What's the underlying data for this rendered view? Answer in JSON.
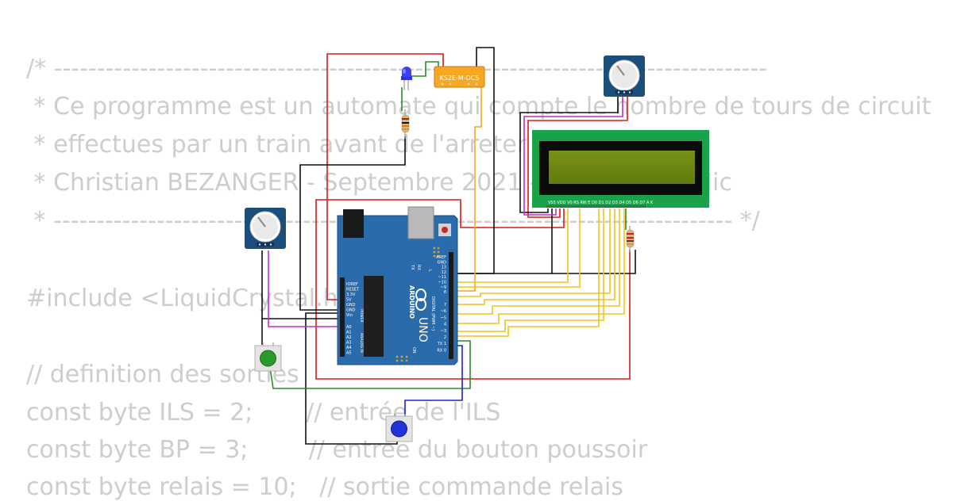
{
  "code_lines": [
    {
      "id": "line-comment-open",
      "text": "/* -----------------------------------------------------------------------------------"
    },
    {
      "id": "line-desc-1",
      "text": " * Ce programme est un automate qui compte le nombre de tours de circuit"
    },
    {
      "id": "line-desc-2",
      "text": " * effectues par un train avant de l'arreter"
    },
    {
      "id": "line-author",
      "text": " * Christian BEZANGER - Septembre 2021 - Domaine public"
    },
    {
      "id": "line-comment-close",
      "text": " * ------------------------------------------------------------------------------- */"
    },
    {
      "id": "line-include",
      "text": "#include <LiquidCrystal.h>"
    },
    {
      "id": "line-def-comment",
      "text": "// definition des sorties"
    },
    {
      "id": "line-ils",
      "text": "const byte ILS = 2;       // entrée de l'ILS"
    },
    {
      "id": "line-bp",
      "text": "const byte BP = 3;        // entrée du bouton poussoir"
    },
    {
      "id": "line-relais",
      "text": "const byte relais = 10;   // sortie commande relais"
    }
  ],
  "relay": {
    "label": "KS2E-M-DC5"
  },
  "arduino": {
    "brand": "ARDUINO",
    "model": "UNO",
    "power_pins": [
      "IOREF",
      "RESET",
      "3.3V",
      "5V",
      "GND",
      "GND",
      "Vin"
    ],
    "analog_pins": [
      "A0",
      "A1",
      "A2",
      "A3",
      "A4",
      "A5"
    ],
    "power_label": "POWER",
    "analog_label": "ANALOG IN",
    "digital_label": "DIGITAL (PWM ~)",
    "top_pins": [
      "AREF",
      "GND",
      "13",
      "12",
      "~11",
      "~10",
      "~9",
      "8"
    ],
    "bottom_pins": [
      "7",
      "~6",
      "~5",
      "4",
      "~3",
      "2",
      "TX 1",
      "RX 0"
    ],
    "on_label": "ON",
    "l_label": "L",
    "tx_label": "TX",
    "rx_label": "RX"
  },
  "lcd": {
    "pin_labels": "VSS VDD V0 RS RW E D0 D1 D2 D3 D4 D5 D6 D7 A K"
  },
  "colors": {
    "arduino_blue": "#2a6bab",
    "lcd_green": "#1aa24a",
    "lcd_screen": "#6e8a14",
    "wire_red": "#d81b1b",
    "wire_black": "#111111",
    "wire_yellow": "#f2c419",
    "wire_orange": "#f5a623",
    "wire_green": "#2b8a2b",
    "wire_magenta": "#c42cc4",
    "wire_blue": "#1a26c8",
    "code_text": "#cdcdcd"
  }
}
